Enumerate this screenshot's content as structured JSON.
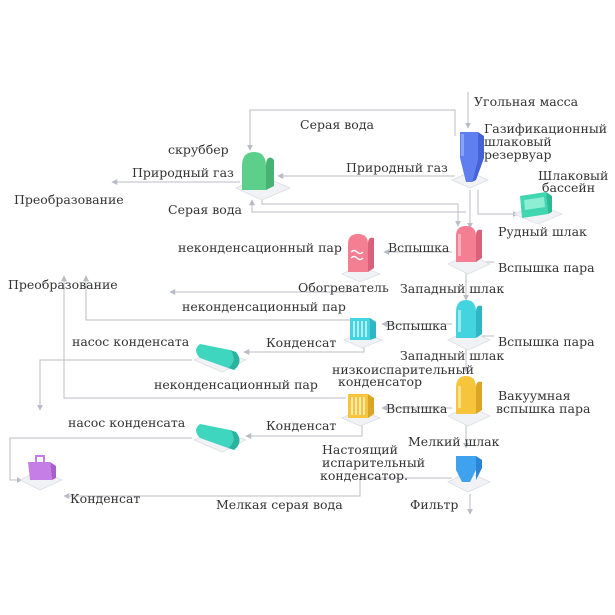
{
  "labels": {
    "coal_slurry": "Угольная масса",
    "gasifier_l1": "Газификационный",
    "gasifier_l2": "шлаковый",
    "gasifier_l3": "резервуар",
    "grey_water_top": "Серая вода",
    "scrubber": "скруббер",
    "natural_gas_left": "Природный газ",
    "natural_gas_right": "Природный газ",
    "slag_pool_l1": "Шлаковый",
    "slag_pool_l2": "бассейн",
    "conversion_top": "Преобразование",
    "grey_water_mid": "Серая вода",
    "ore_slag": "Рудный шлак",
    "conversion_left": "Преобразование",
    "noncond_vapor_1": "неконденсационный пар",
    "flash_1": "Вспышка",
    "flash_vapor_1": "Вспышка пара",
    "heater": "Обогреватель",
    "west_slag_1": "Западный шлак",
    "noncond_vapor_2": "неконденсационный пар",
    "flash_2": "Вспышка",
    "condensate_1": "Конденсат",
    "condensate_pump_1": "насос конденсата",
    "flash_vapor_2": "Вспышка пара",
    "west_slag_2": "Западный шлак",
    "lowevap_l1": "низкоиспарительный",
    "lowevap_l2": "конденсатор",
    "noncond_vapor_3": "неконденсационный пар",
    "flash_3": "Вспышка",
    "vacuum_l1": "Вакуумная",
    "vacuum_l2": "вспышка пара",
    "condensate_pump_2": "насос конденсата",
    "condensate_2": "Конденсат",
    "fine_slag": "Мелкий шлак",
    "true_evap_l1": "Настоящий",
    "true_evap_l2": "испарительный",
    "true_evap_l3": "конденсатор.",
    "condensate_3": "Конденсат",
    "fine_grey_water": "Мелкая серая вода",
    "filter": "Фильтр"
  },
  "colors": {
    "line": "#b9bcc6",
    "text": "#333333",
    "scrubber": "#5ccf8a",
    "gasifier": "#5f7ef0",
    "slag_pool": "#3fd6b0",
    "flash_1": "#f47e92",
    "flash_2": "#44d4e0",
    "flash_3": "#f7c53c",
    "pump": "#3fd6c0",
    "filter": "#3ea2ef",
    "condensate_tank": "#c57ee6"
  }
}
